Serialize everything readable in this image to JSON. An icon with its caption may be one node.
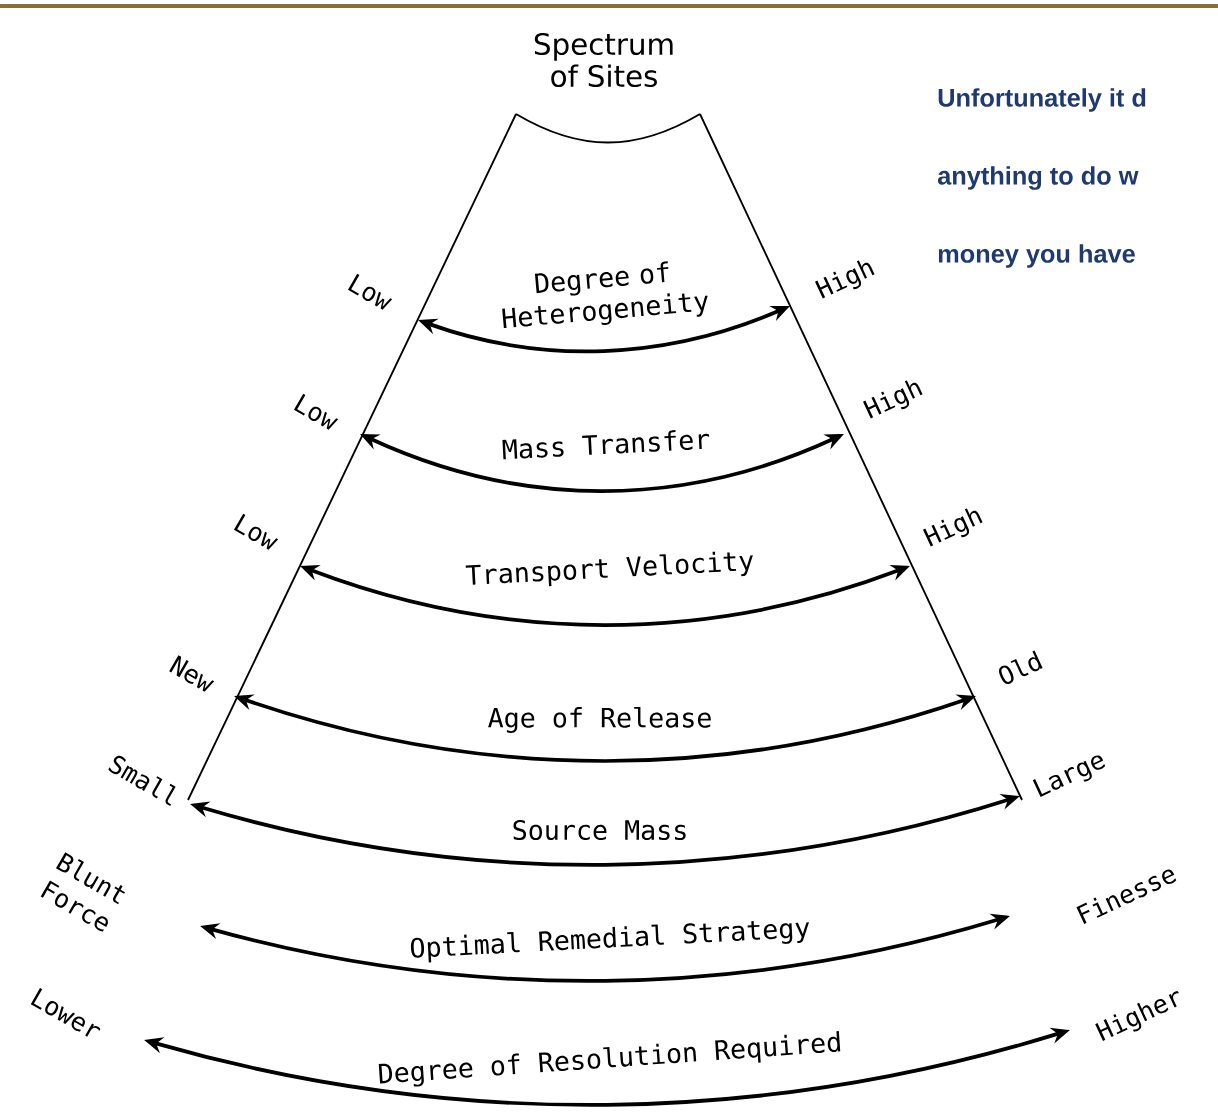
{
  "diagram": {
    "labels": [
      "Spectrum of Sites",
      "Unfortunately it d",
      "anything to do w",
      "money you have",
      "Low",
      "Degree of Heterogeneity",
      "High",
      "Low",
      "Mass Transfer",
      "High",
      "Low",
      "Transport Velocity",
      "High",
      "New",
      "Age of Release",
      "Old",
      "Small",
      "Source Mass",
      "Large",
      "Blunt Force",
      "Optimal Remedial Strategy",
      "Finesse",
      "Lower",
      "Degree of Resolution Required",
      "Higher"
    ]
  }
}
